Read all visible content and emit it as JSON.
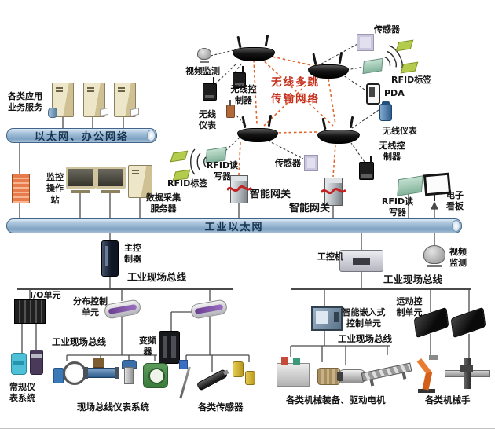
{
  "colors": {
    "bus_fill": "#7da2c2",
    "bus_border": "#41658a",
    "bus_text": "#15324e",
    "wireless_title_red": "#c4301c",
    "mesh_link_orange": "#e0662f",
    "device_link_black": "#3a3a3a",
    "rfid_tag_green": "#b4cc4d",
    "label_text": "#141414"
  },
  "buses": {
    "office": "以太网、办公网络",
    "industrial": "工业以太网",
    "fieldbus_left": "工业现场总线",
    "fieldbus_left_inner": "工业现场总线",
    "fieldbus_right": "工业现场总线",
    "fieldbus_right_inner": "工业现场总线"
  },
  "office_layer": {
    "app_services": "各类应用\n业务服务"
  },
  "wireless": {
    "title": "无线多跳\n传输网络",
    "video_monitor": "视频监测",
    "controller_top": "无线控\n制器",
    "instrument_left": "无线\n仪表",
    "sensor_top": "传感器",
    "rfid_tag_right": "RFID标签",
    "pda": "PDA",
    "instrument_right": "无线仪表",
    "controller_right": "无线控\n制器",
    "sensor_mid": "传感器",
    "rfid_tag_left": "RFID标签",
    "rfid_reader_left": "RFID读\n写器"
  },
  "control_layer": {
    "monitor_station": "监控\n操作\n站",
    "data_server": "数据采集\n服务器",
    "gateway_1": "智能网关",
    "gateway_2": "智能网关",
    "rfid_reader_right": "RFID读\n写器",
    "e_board": "电子\n看板",
    "main_controller": "主控\n制器",
    "ipc": "工控机",
    "video_monitor": "视频\n监测"
  },
  "field_left": {
    "io_unit": "I/O单元",
    "dcu": "分布控制\n单元",
    "inverter": "变频\n器",
    "conventional_instruments": "常规仪\n表系统",
    "fieldbus_instruments": "现场总线仪表系统",
    "sensors": "各类传感器"
  },
  "field_right": {
    "embedded_unit": "智能嵌入式\n控制单元",
    "motion_unit": "运动控\n制单元",
    "machines": "各类机械装备、驱动电机",
    "robots": "各类机械手"
  }
}
